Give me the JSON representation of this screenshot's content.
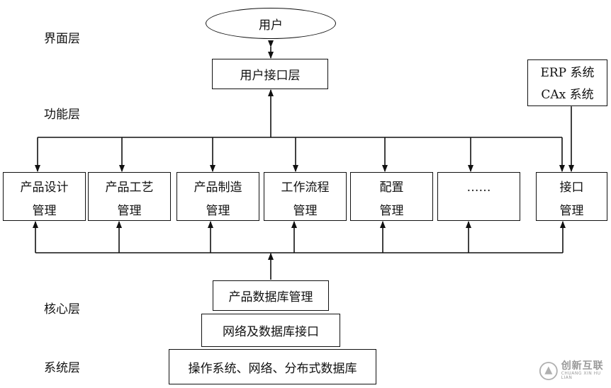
{
  "layers": {
    "interface": "界面层",
    "function": "功能层",
    "core": "核心层",
    "system": "系统层"
  },
  "user_node": "用户",
  "user_interface_layer": "用户接口层",
  "external_systems": {
    "line1": "ERP 系统",
    "line2": "CAx 系统"
  },
  "modules": [
    {
      "line1": "产品设计",
      "line2": "管理"
    },
    {
      "line1": "产品工艺",
      "line2": "管理"
    },
    {
      "line1": "产品制造",
      "line2": "管理"
    },
    {
      "line1": "工作流程",
      "line2": "管理"
    },
    {
      "line1": "配置",
      "line2": "管理"
    },
    {
      "line1": "……",
      "line2": ""
    },
    {
      "line1": "接口",
      "line2": "管理"
    }
  ],
  "core_stack": {
    "pdm": "产品数据库管理",
    "network_db_interface": "网络及数据库接口",
    "os_network": "操作系统、网络、分布式数据库"
  },
  "watermark": {
    "cn": "创新互联",
    "en": "CHUANG XIN HU LIAN"
  }
}
